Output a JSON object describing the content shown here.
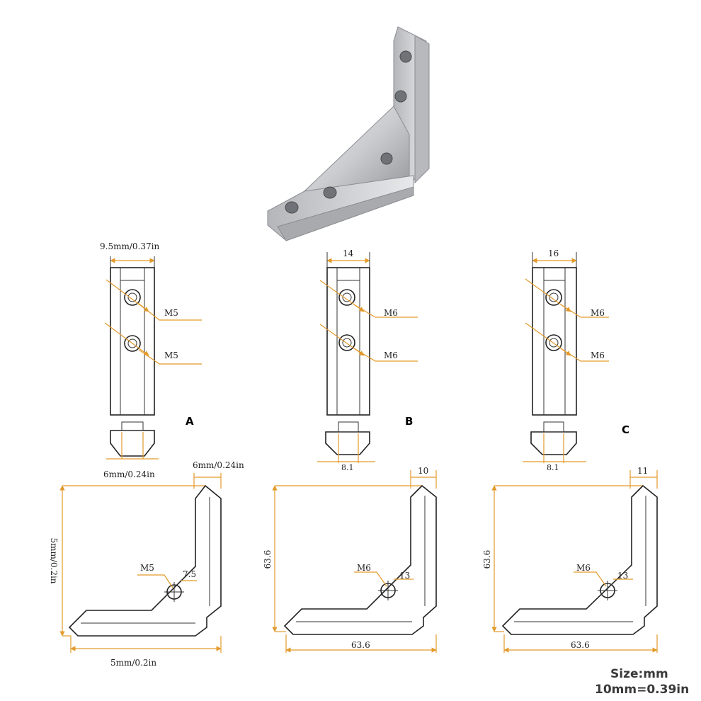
{
  "colors": {
    "dimension_line": "#e39a2b",
    "outline": "#222222",
    "metal_light": "#d9dadc",
    "metal_dark": "#9a9ca0"
  },
  "variants": [
    {
      "id": "A",
      "label": "A",
      "top_width": "9.5mm/0.37in",
      "thread_1": "M5",
      "thread_2": "M5",
      "slot_width": "6mm/0.24in",
      "corner_leg_width": "6mm/0.24in",
      "corner_side_height": "5mm/0.2in",
      "corner_thread": "M5",
      "corner_hole_offset": "7.5",
      "corner_bottom_length": "5mm/0.2in"
    },
    {
      "id": "B",
      "label": "B",
      "top_width": "14",
      "thread_1": "M6",
      "thread_2": "M6",
      "slot_width": "8.1",
      "corner_leg_width": "10",
      "corner_side_height": "63.6",
      "corner_thread": "M6",
      "corner_hole_offset": "13",
      "corner_bottom_length": "63.6"
    },
    {
      "id": "C",
      "label": "C",
      "top_width": "16",
      "thread_1": "M6",
      "thread_2": "M6",
      "slot_width": "8.1",
      "corner_leg_width": "11",
      "corner_side_height": "63.6",
      "corner_thread": "M6",
      "corner_hole_offset": "13",
      "corner_bottom_length": "63.6"
    }
  ],
  "size_note": {
    "line1": "Size:mm",
    "line2": "10mm=0.39in"
  }
}
